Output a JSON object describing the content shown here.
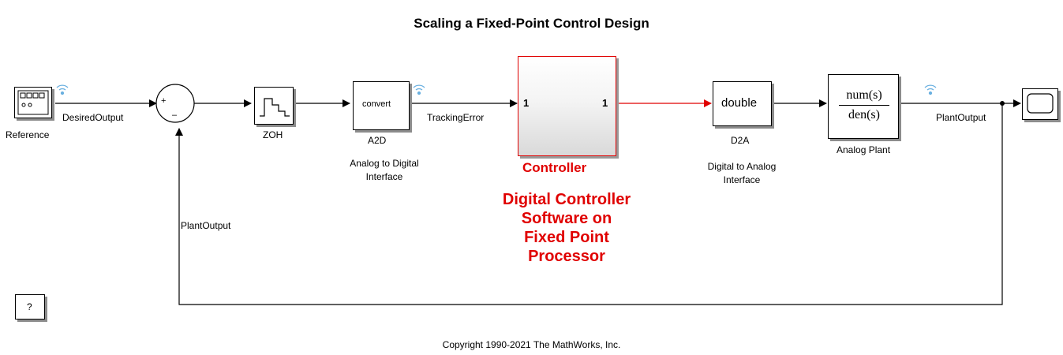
{
  "title": "Scaling a Fixed-Point Control Design",
  "blocks": {
    "reference": {
      "name": "Reference"
    },
    "zoh": {
      "name": "ZOH"
    },
    "a2d": {
      "content": "convert",
      "name": "A2D",
      "description": "Analog to Digital\nInterface"
    },
    "controller": {
      "name": "Controller",
      "in_port": "1",
      "out_port": "1",
      "annotation": "Digital Controller\nSoftware on\nFixed Point\nProcessor"
    },
    "d2a": {
      "content": "double",
      "name": "D2A",
      "description": "Digital to Analog\nInterface"
    },
    "plant": {
      "numerator": "num(s)",
      "denominator": "den(s)",
      "name": "Analog Plant"
    },
    "sum": {
      "plus_sign": "+",
      "minus_sign": "–"
    },
    "help": {
      "label": "?"
    }
  },
  "signals": {
    "desired_output": "DesiredOutput",
    "tracking_error": "TrackingError",
    "plant_output": "PlantOutput",
    "feedback": "PlantOutput"
  },
  "colors": {
    "highlight": "#e00000",
    "line": "#000000",
    "logging_badge": "#6ab0e0"
  },
  "copyright": "Copyright 1990-2021 The MathWorks, Inc."
}
